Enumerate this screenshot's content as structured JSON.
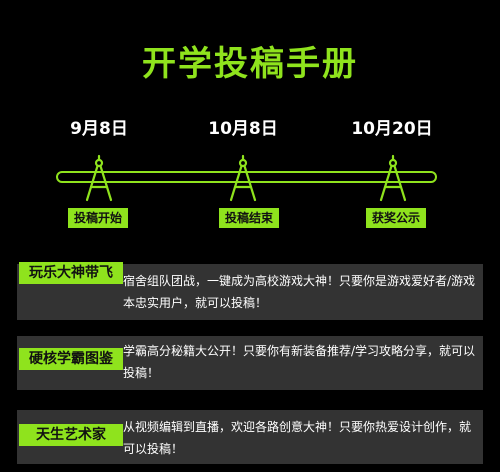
{
  "header": {
    "title": "开学投稿手册"
  },
  "timeline": {
    "milestones": [
      {
        "date": "9月8日",
        "label": "投稿开始"
      },
      {
        "date": "10月8日",
        "label": "投稿结束"
      },
      {
        "date": "10月20日",
        "label": "获奖公示"
      }
    ]
  },
  "categories": [
    {
      "name": "玩乐大神带飞",
      "text": "宿舍组队团战，一键成为高校游戏大神！只要你是游戏爱好者/游戏本忠实用户，就可以投稿！"
    },
    {
      "name": "硬核学霸图鉴",
      "text": "学霸高分秘籍大公开！只要你有新装备推荐/学习攻略分享，就可以投稿！"
    },
    {
      "name": "天生艺术家",
      "text": "从视频编辑到直播，欢迎各路创意大神！只要你热爱设计创作，就可以投稿！"
    }
  ],
  "colors": {
    "accent": "#8fe31d",
    "background": "#000000",
    "card": "#333333"
  },
  "icons": {
    "milestone": "compass-icon"
  }
}
